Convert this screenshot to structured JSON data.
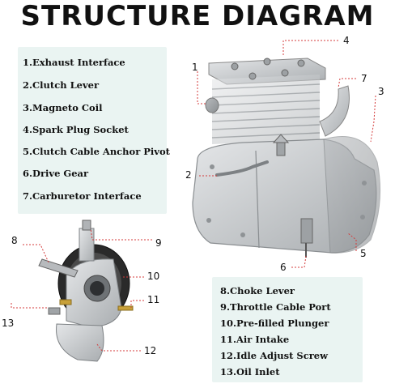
{
  "title": "STRUCTURE DIAGRAM",
  "legend_top": [
    "1.Exhaust Interface",
    "2.Clutch Lever",
    "3.Magneto Coil",
    "4.Spark Plug Socket",
    "5.Clutch Cable Anchor Pivot",
    "6.Drive Gear",
    "7.Carburetor Interface"
  ],
  "legend_bottom": [
    "8.Choke Lever",
    "9.Throttle Cable Port",
    "10.Pre-filled Plunger",
    "11.Air Intake",
    "12.Idle Adjust Screw",
    "13.Oil Inlet"
  ],
  "callouts": {
    "c1": "1",
    "c2": "2",
    "c3": "3",
    "c4": "4",
    "c5": "5",
    "c6": "6",
    "c7": "7",
    "c8": "8",
    "c9": "9",
    "c10": "10",
    "c11": "11",
    "c12": "12",
    "c13": "13"
  },
  "colors": {
    "panel": "#eaf4f2",
    "leader": "#d43b3b",
    "metal": "#c9ccce"
  }
}
